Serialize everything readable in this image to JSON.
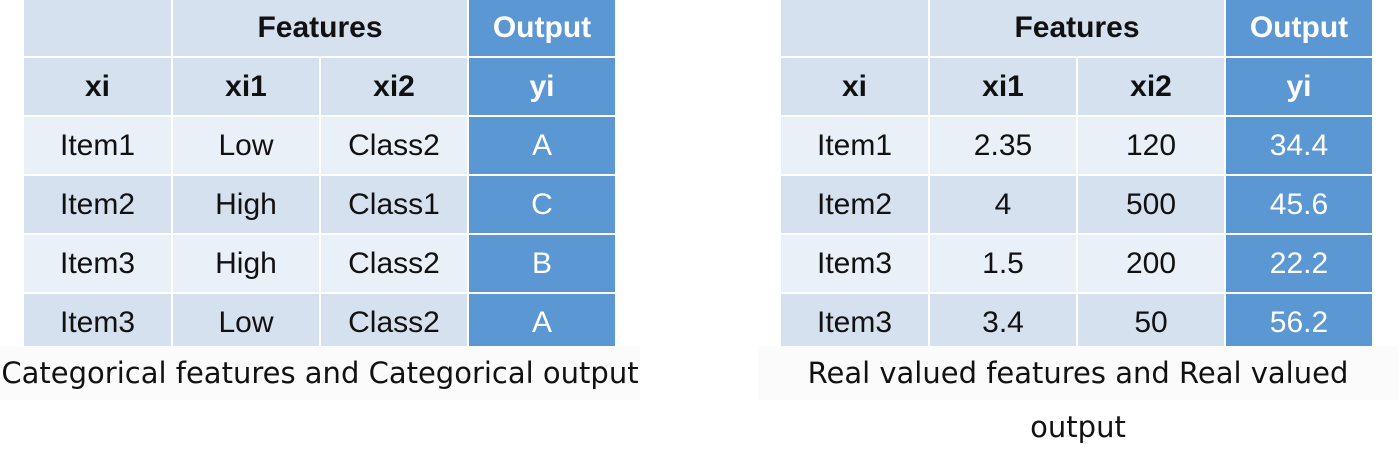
{
  "tables": [
    {
      "group_label": "Features",
      "output_label": "Output",
      "columns": [
        "xi",
        "xi1",
        "xi2",
        "yi"
      ],
      "rows": [
        [
          "Item1",
          "Low",
          "Class2",
          "A"
        ],
        [
          "Item2",
          "High",
          "Class1",
          "C"
        ],
        [
          "Item3",
          "High",
          "Class2",
          "B"
        ],
        [
          "Item3",
          "Low",
          "Class2",
          "A"
        ]
      ],
      "caption": "Categorical features and Categorical output"
    },
    {
      "group_label": "Features",
      "output_label": "Output",
      "columns": [
        "xi",
        "xi1",
        "xi2",
        "yi"
      ],
      "rows": [
        [
          "Item1",
          "2.35",
          "120",
          "34.4"
        ],
        [
          "Item2",
          "4",
          "500",
          "45.6"
        ],
        [
          "Item3",
          "1.5",
          "200",
          "22.2"
        ],
        [
          "Item3",
          "3.4",
          "50",
          "56.2"
        ]
      ],
      "caption": "Real valued features and Real valued output"
    }
  ],
  "colors": {
    "header_fill": "#d5e1ef",
    "row_light": "#eaf0f7",
    "output_fill": "#5b97d3"
  }
}
